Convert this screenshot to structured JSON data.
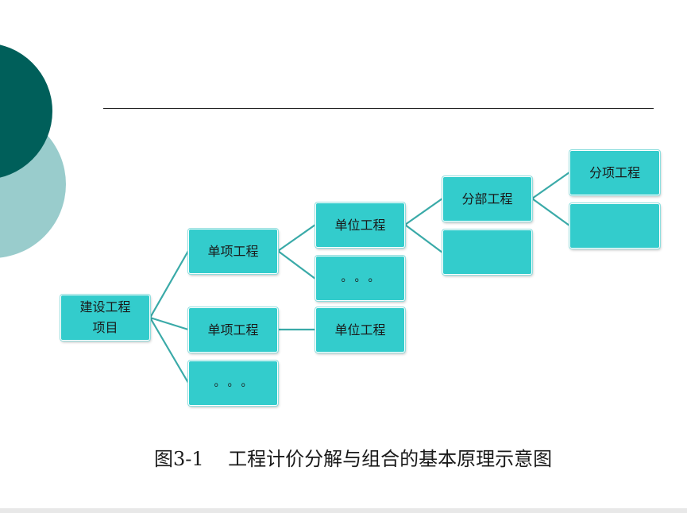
{
  "colors": {
    "node_fill": "#33cccc",
    "connector": "#3aaaa8",
    "deco_dark": "#005f5a",
    "deco_light": "#99cccc"
  },
  "nodes": {
    "project": "建设工程\n项目",
    "item_1": "单项工程",
    "item_2": "单项工程",
    "item_ellipsis": "。。。",
    "unit_1": "单位工程",
    "unit_ellipsis": "。。。",
    "unit_2": "单位工程",
    "division_1": "分部工程",
    "division_2": "",
    "subitem_1": "分项工程",
    "subitem_2": ""
  },
  "caption": {
    "label": "图3-1",
    "text": "工程计价分解与组合的基本原理示意图"
  }
}
